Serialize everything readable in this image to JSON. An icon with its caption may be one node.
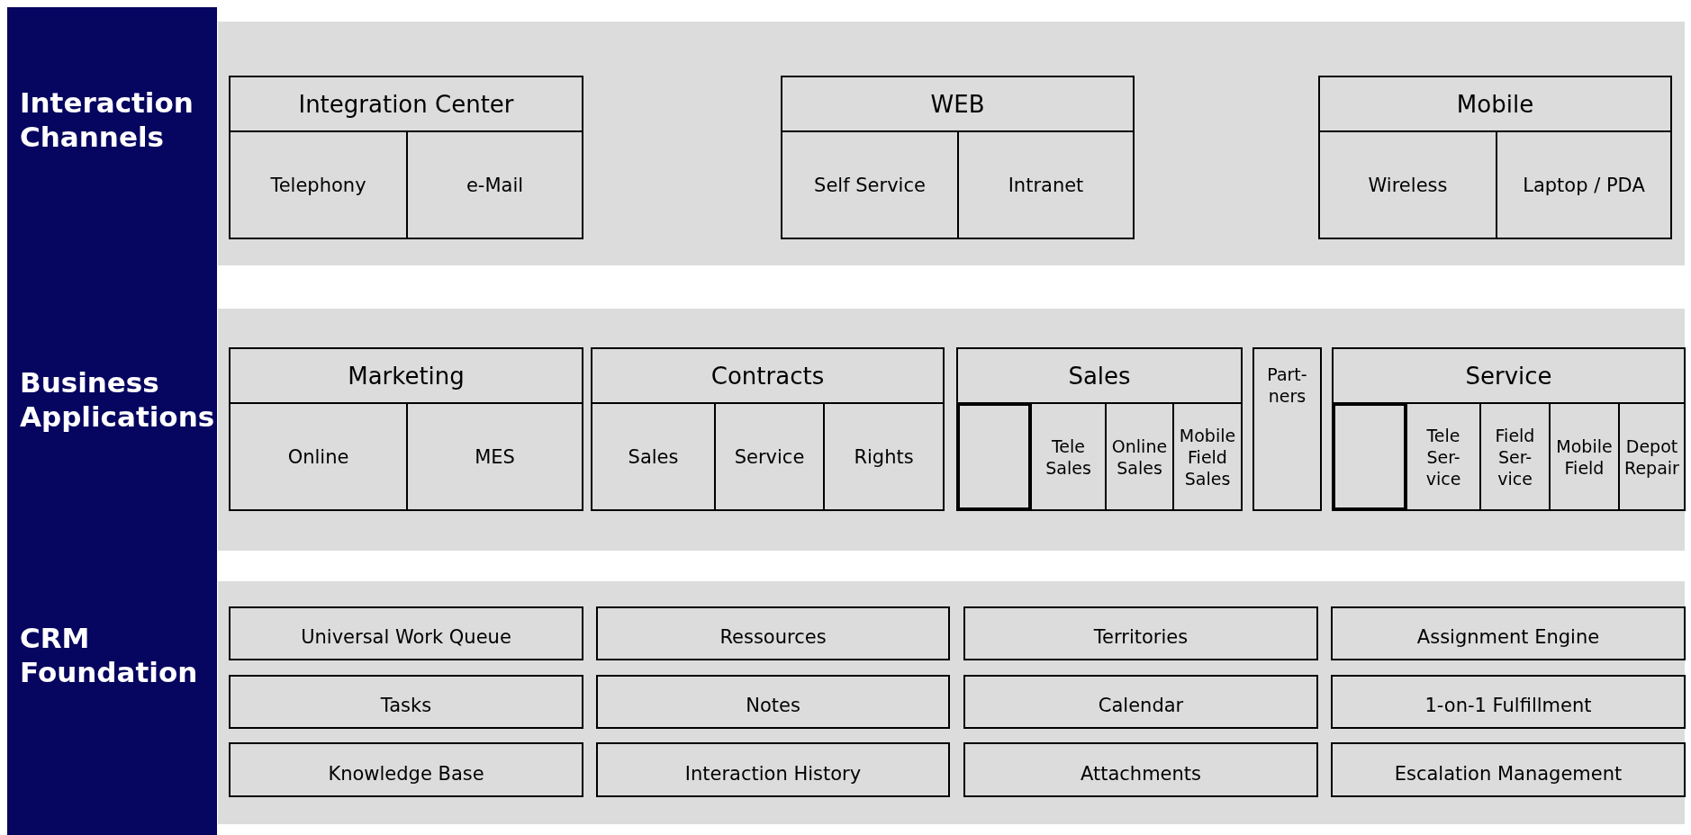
{
  "diagram": {
    "nodes": [
      {
        "text": [
          "Interaction Channels"
        ]
      },
      {
        "text": [
          "Integration Center"
        ],
        "in": 0
      },
      {
        "text": [
          "Telephony"
        ],
        "in": 1
      },
      {
        "text": [
          "e-Mail"
        ],
        "in": 1
      },
      {
        "text": [
          "WEB"
        ],
        "in": 0
      },
      {
        "text": [
          "Self Service"
        ],
        "in": 4
      },
      {
        "text": [
          "Intranet"
        ],
        "in": 4
      },
      {
        "text": [
          "Mobile"
        ],
        "in": 0
      },
      {
        "text": [
          "Wireless"
        ],
        "in": 7
      },
      {
        "text": [
          "Laptop / PDA"
        ],
        "in": 7
      },
      {
        "text": [
          "Business Applications"
        ]
      },
      {
        "text": [
          "Marketing"
        ],
        "in": 10
      },
      {
        "text": [
          "Online"
        ],
        "in": 11
      },
      {
        "text": [
          "MES"
        ],
        "in": 11
      },
      {
        "text": [
          "Contracts"
        ],
        "in": 10
      },
      {
        "text": [
          "Sales"
        ],
        "in": 14
      },
      {
        "text": [
          "Service"
        ],
        "in": 14
      },
      {
        "text": [
          "Rights"
        ],
        "in": 14
      },
      {
        "text": [
          "Sales"
        ],
        "in": 10
      },
      {
        "text": [],
        "shape": "box",
        "in": 18
      },
      {
        "text": [
          "Tele Sales"
        ],
        "in": 18
      },
      {
        "text": [
          "Online Sales"
        ],
        "in": 18
      },
      {
        "text": [
          "Mobile Field Sales"
        ],
        "in": 18
      },
      {
        "text": [
          "Part-ners"
        ],
        "in": 10
      },
      {
        "text": [
          "Service"
        ],
        "in": 10
      },
      {
        "text": [],
        "shape": "box",
        "in": 24
      },
      {
        "text": [
          "Tele Ser-vice"
        ],
        "in": 24
      },
      {
        "text": [
          "Field Ser-vice"
        ],
        "in": 24
      },
      {
        "text": [
          "Mobile Field"
        ],
        "in": 24
      },
      {
        "text": [
          "Depot Repair"
        ],
        "in": 24
      },
      {
        "text": [
          "CRM Foundation"
        ]
      },
      {
        "text": [
          "Universal Work Queue"
        ],
        "in": 30
      },
      {
        "text": [
          "Ressources"
        ],
        "in": 30
      },
      {
        "text": [
          "Territories"
        ],
        "in": 30
      },
      {
        "text": [
          "Assignment Engine"
        ],
        "in": 30
      },
      {
        "text": [
          "Tasks"
        ],
        "in": 30
      },
      {
        "text": [
          "Notes"
        ],
        "in": 30
      },
      {
        "text": [
          "Calendar"
        ],
        "in": 30
      },
      {
        "text": [
          "1-on-1 Fulfillment"
        ],
        "in": 30
      },
      {
        "text": [
          "Knowledge Base"
        ],
        "in": 30
      },
      {
        "text": [
          "Interaction History"
        ],
        "in": 30
      },
      {
        "text": [
          "Attachments"
        ],
        "in": 30
      },
      {
        "text": [
          "Escalation Management"
        ],
        "in": 30
      }
    ]
  }
}
